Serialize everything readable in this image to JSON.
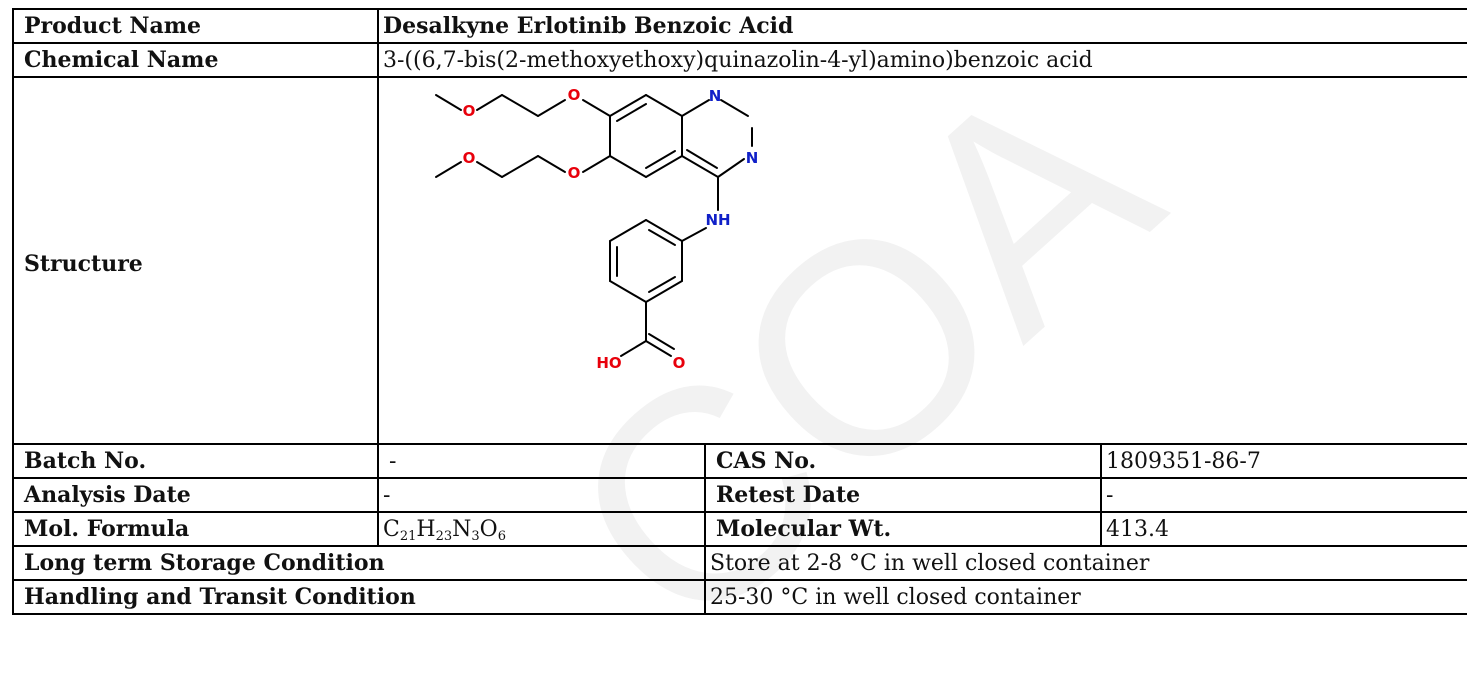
{
  "product": {
    "name_label": "Product Name",
    "name_value": "Desalkyne Erlotinib Benzoic Acid",
    "chemical_label": "Chemical Name",
    "chemical_value": "3-((6,7-bis(2-methoxyethoxy)quinazolin-4-yl)amino)benzoic acid",
    "structure_label": "Structure"
  },
  "structure": {
    "atoms": [
      "O",
      "O",
      "O",
      "O",
      "N",
      "N",
      "NH",
      "HO",
      "O"
    ],
    "colors": {
      "oxygen": "#e8000b",
      "nitrogen": "#1020c8",
      "bond": "#000000"
    }
  },
  "details": {
    "batch_label": "Batch No.",
    "batch_value": "-",
    "cas_label": "CAS No.",
    "cas_value": "1809351-86-7",
    "analysis_label": "Analysis Date",
    "analysis_value": "-",
    "retest_label": "Retest Date",
    "retest_value": "-",
    "formula_label": "Mol. Formula",
    "formula_parts": [
      {
        "el": "C",
        "n": "21"
      },
      {
        "el": "H",
        "n": "23"
      },
      {
        "el": "N",
        "n": "3"
      },
      {
        "el": "O",
        "n": "6"
      }
    ],
    "mw_label": "Molecular Wt.",
    "mw_value": "413.4",
    "storage_label": "Long term Storage Condition",
    "storage_value": "Store at 2-8 °C in well closed container",
    "transit_label": "Handling and Transit Condition",
    "transit_value": "25-30 °C in well closed container"
  },
  "watermark": {
    "text": "COA",
    "color": "#f2f2f2"
  }
}
